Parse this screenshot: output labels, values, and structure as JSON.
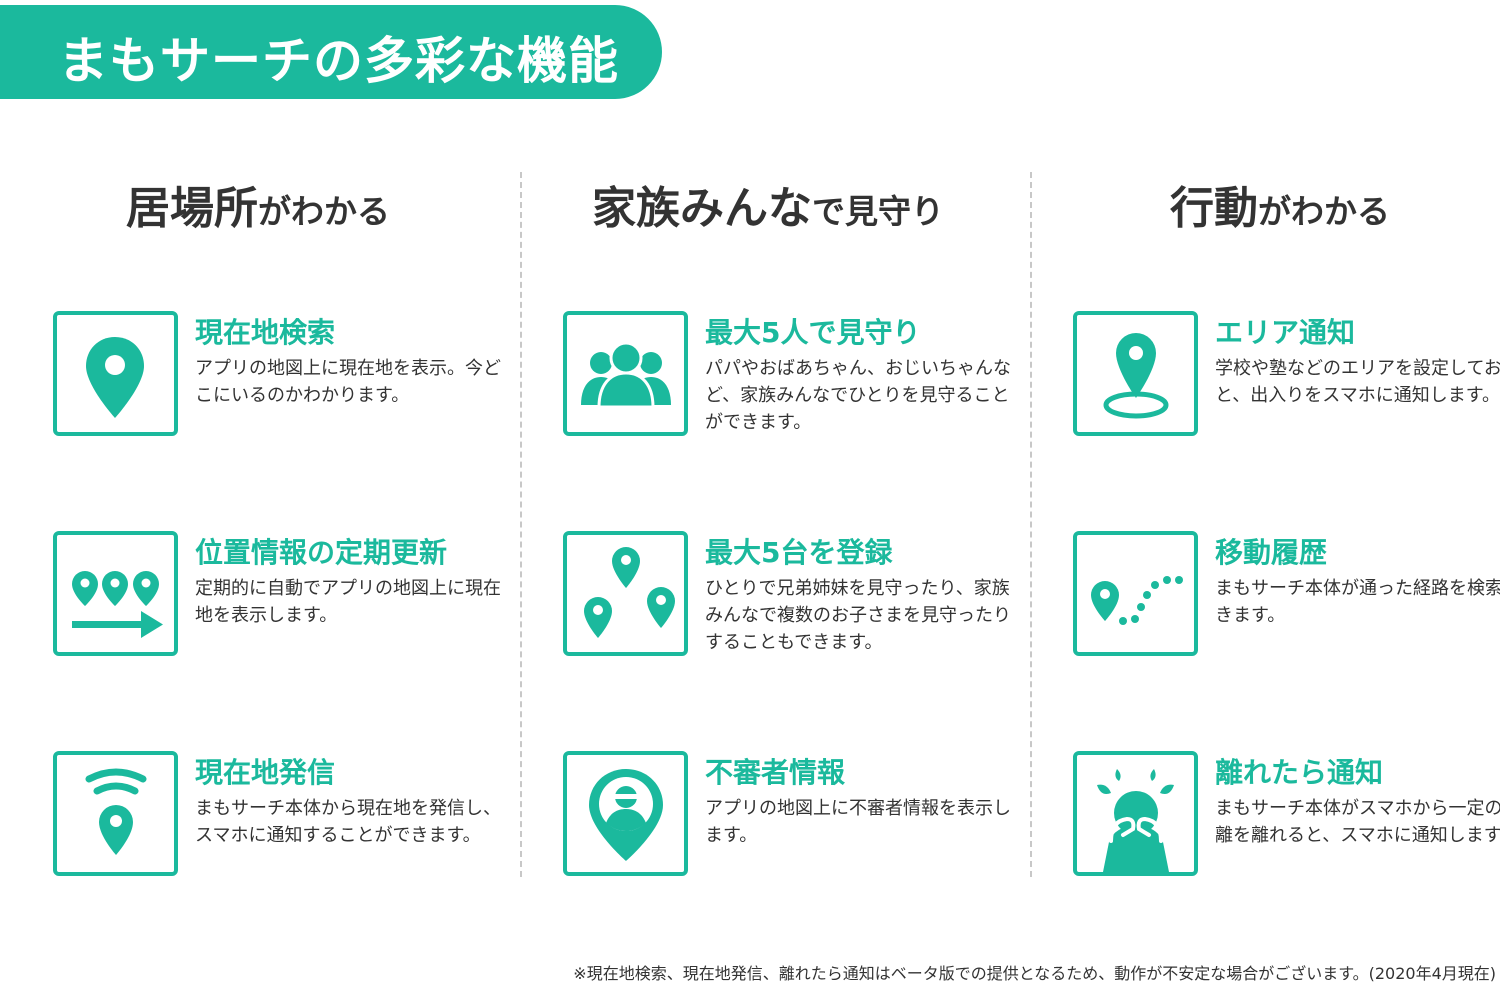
{
  "banner": {
    "title": "まもサーチの多彩な機能"
  },
  "accent_color": "#1bb99d",
  "columns": [
    {
      "heading_big": "居場所",
      "heading_small": "がわかる",
      "features": [
        {
          "icon": "map-pin-icon",
          "title": "現在地検索",
          "desc": "アプリの地図上に現在地を表示。今どこにいるのかわかります。"
        },
        {
          "icon": "pins-arrow-icon",
          "title": "位置情報の定期更新",
          "desc": "定期的に自動でアプリの地図上に現在地を表示します。"
        },
        {
          "icon": "signal-pin-icon",
          "title": "現在地発信",
          "desc": "まもサーチ本体から現在地を発信し、スマホに通知することができます。"
        }
      ]
    },
    {
      "heading_big": "家族みんな",
      "heading_small": "で見守り",
      "features": [
        {
          "icon": "family-icon",
          "title": "最大5人で見守り",
          "desc": "パパやおばあちゃん、おじいちゃんなど、家族みんなでひとりを見守ることができます。"
        },
        {
          "icon": "multiple-pins-icon",
          "title": "最大5台を登録",
          "desc": "ひとりで兄弟姉妹を見守ったり、家族みんなで複数のお子さまを見守ったりすることもできます。"
        },
        {
          "icon": "suspicious-person-icon",
          "title": "不審者情報",
          "desc": "アプリの地図上に不審者情報を表示します。"
        }
      ]
    },
    {
      "heading_big": "行動",
      "heading_small": "がわかる",
      "features": [
        {
          "icon": "area-pin-icon",
          "title": "エリア通知",
          "desc": "学校や塾などのエリアを設定しておくと、出入りをスマホに通知します。"
        },
        {
          "icon": "route-history-icon",
          "title": "移動履歴",
          "desc": "まもサーチ本体が通った経路を検索できます。"
        },
        {
          "icon": "crying-child-icon",
          "title": "離れたら通知",
          "desc": "まもサーチ本体がスマホから一定の距離を離れると、スマホに通知します。"
        }
      ]
    }
  ],
  "footnote": "※現在地検索、現在地発信、離れたら通知はベータ版での提供となるため、動作が不安定な場合がございます。(2020年4月現在)"
}
